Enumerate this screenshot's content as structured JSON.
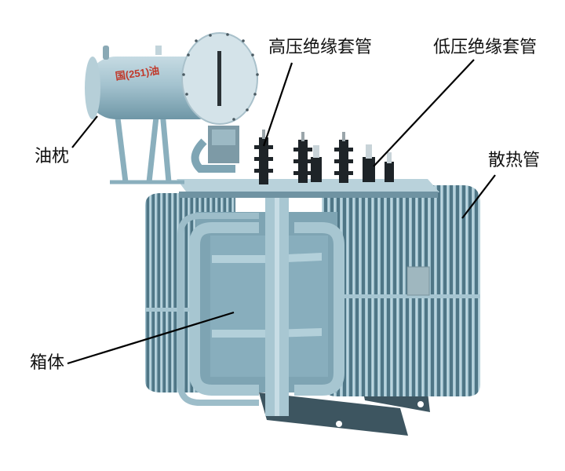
{
  "diagram": {
    "subject": "Oil-immersed power transformer",
    "labels": {
      "high_voltage_bushing": "高压绝缘套管",
      "low_voltage_bushing": "低压绝缘套管",
      "conservator": "油枕",
      "radiator": "散热管",
      "tank": "箱体"
    },
    "conservator_marking": "国(251)油",
    "colors": {
      "body": "#7fa8b8",
      "body_light": "#a9c9d4",
      "body_dark": "#4d7585",
      "bushing": "#1e2428",
      "leader_line": "#000000",
      "label_text": "#111111",
      "background": "#ffffff",
      "marking": "#c0392b"
    }
  }
}
